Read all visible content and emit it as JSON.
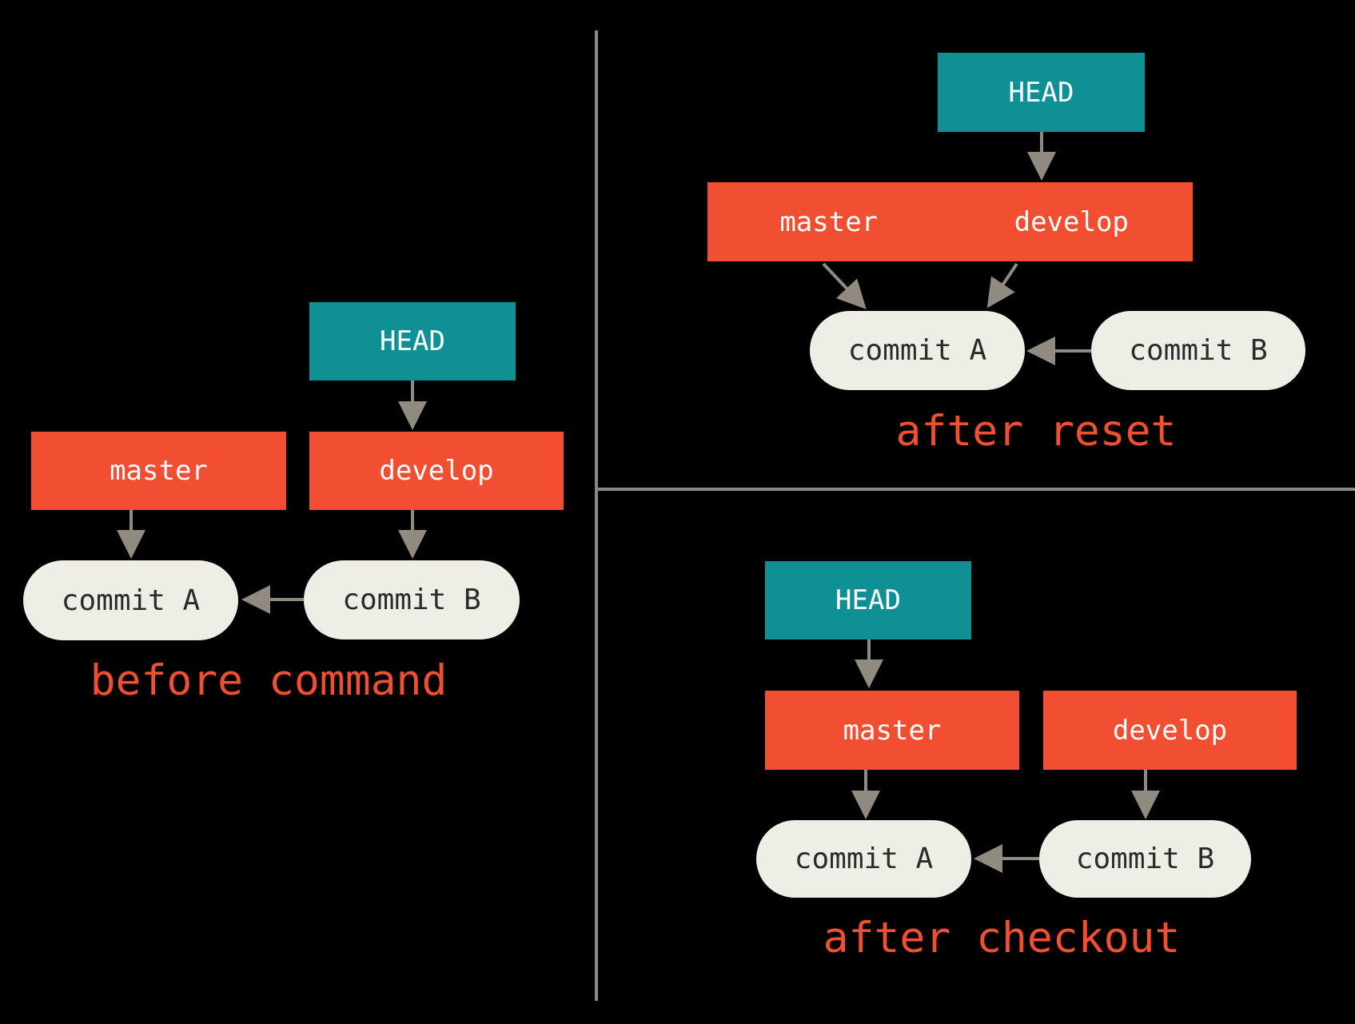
{
  "colors": {
    "teal": "#0E9094",
    "orange": "#F14E32",
    "node_fill": "#EFEEE6",
    "node_text": "#2B2B2B",
    "label_red": "#F14E32",
    "arrow": "#908A80",
    "divider": "#8C8881",
    "background": "#000000",
    "ref_text": "#FFFFFF"
  },
  "panels": {
    "before": {
      "caption": "before command",
      "head": "HEAD",
      "refs": {
        "master": "master",
        "develop": "develop"
      },
      "commits": {
        "a": "commit A",
        "b": "commit B"
      }
    },
    "after_reset": {
      "caption": "after reset",
      "head": "HEAD",
      "refs": {
        "master": "master",
        "develop": "develop"
      },
      "commits": {
        "a": "commit A",
        "b": "commit B"
      }
    },
    "after_checkout": {
      "caption": "after checkout",
      "head": "HEAD",
      "refs": {
        "master": "master",
        "develop": "develop"
      },
      "commits": {
        "a": "commit A",
        "b": "commit B"
      }
    }
  }
}
